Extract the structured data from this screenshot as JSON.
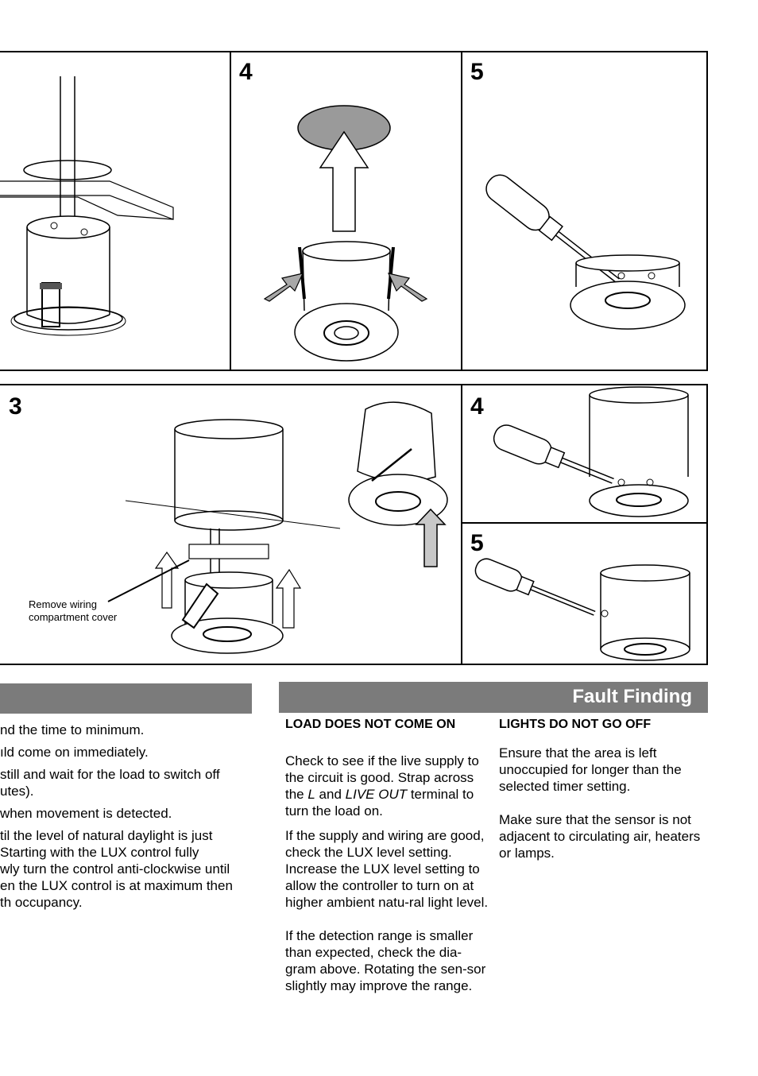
{
  "top_row": {
    "panel_left": {
      "step": ""
    },
    "panel_mid": {
      "step": "4"
    },
    "panel_right": {
      "step": "5"
    }
  },
  "bottom_row": {
    "panel_left": {
      "step": "3",
      "callout": "Remove wiring compartment cover"
    },
    "panel_right_top": {
      "step": "4"
    },
    "panel_right_bottom": {
      "step": "5"
    }
  },
  "left_section": {
    "title": "",
    "lines": [
      "nd the time to minimum.",
      "ıld come on immediately.",
      "still and wait for the load to switch off",
      "utes).",
      "when movement is detected.",
      "til the level of natural daylight is just",
      "Starting with the LUX control fully",
      "wly turn the control anti-clockwise until",
      "en the LUX control is at maximum then",
      "th occupancy."
    ]
  },
  "fault_finding": {
    "title": "Fault Finding",
    "col1": {
      "heading": "LOAD DOES NOT COME ON",
      "p1_a": "Check to see if the live supply to the circuit is good. Strap across the ",
      "p1_l": "L",
      "p1_and": " and ",
      "p1_liveout": "LIVE OUT",
      "p1_b": " terminal to turn the load on.",
      "p2": "If the supply and wiring are good, check the LUX level setting. Increase the LUX level setting to allow the controller to turn on at higher ambient natu-ral light level.",
      "p3": "If the detection range is smaller than expected, check the dia-gram above. Rotating the sen-sor slightly may improve the range."
    },
    "col2": {
      "heading": "LIGHTS DO NOT GO OFF",
      "p1": "Ensure that the area is left unoccupied for longer than the selected timer setting.",
      "p2": "Make sure that the sensor is not adjacent to circulating air, heaters or lamps."
    }
  }
}
